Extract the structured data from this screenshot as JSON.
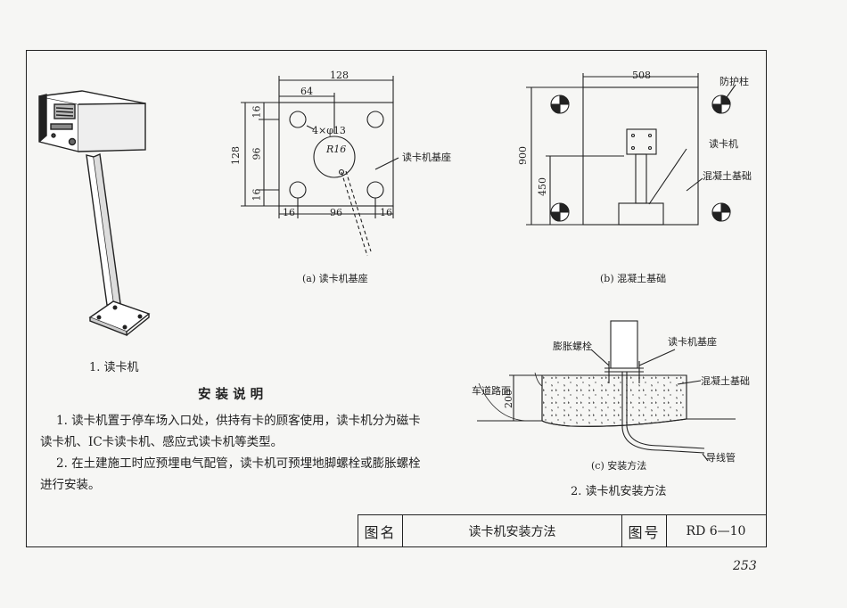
{
  "figure1": {
    "caption": "1. 读卡机"
  },
  "diagram_a": {
    "dim_top": "128",
    "dim_half": "64",
    "dim_left": "128",
    "dim_v1": "16",
    "dim_v2": "96",
    "dim_v3": "16",
    "dim_b1": "16",
    "dim_b2": "96",
    "dim_b3": "16",
    "hole_label": "4×φ13",
    "radius_label": "R16",
    "base_label": "读卡机基座",
    "caption": "(a) 读卡机基座"
  },
  "diagram_b": {
    "dim_top": "508",
    "dim_900": "900",
    "dim_450": "450",
    "post_label": "防护柱",
    "reader_label": "读卡机",
    "concrete_label": "混凝土基础",
    "caption": "(b) 混凝土基础"
  },
  "diagram_c": {
    "bolt_label": "膨胀螺栓",
    "base_label": "读卡机基座",
    "road_label": "车道路面",
    "concrete_label": "混凝土基础",
    "dim_200": "200",
    "conduit_label": "导线管",
    "caption": "(c) 安装方法"
  },
  "figure2": {
    "caption": "2. 读卡机安装方法"
  },
  "notes": {
    "heading": "安 装 说 明",
    "p1_line1": "1. 读卡机置于停车场入口处，供持有卡的顾客使用，读卡机分为磁卡",
    "p1_line2": "读卡机、IC卡读卡机、感应式读卡机等类型。",
    "p2_line1": "2. 在土建施工时应预埋电气配管，读卡机可预埋地脚螺栓或膨胀螺栓",
    "p2_line2": "进行安装。"
  },
  "title_block": {
    "name_label": "图名",
    "name_value": "读卡机安装方法",
    "number_label": "图号",
    "number_value": "RD 6—10"
  },
  "page_number": "253"
}
